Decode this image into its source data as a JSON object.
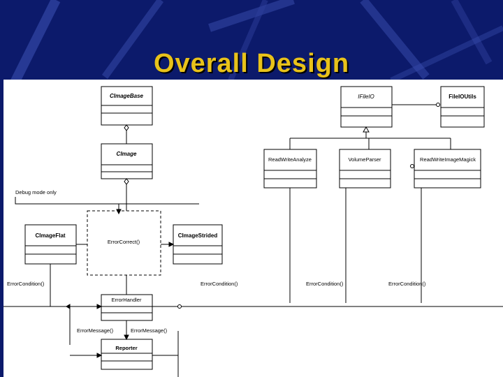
{
  "slide": {
    "title": "Overall Design"
  },
  "diagram": {
    "classes": {
      "cimagebase": "CImageBase",
      "cimage": "CImage",
      "cimageflat": "CImageFlat",
      "cimagestrided": "CImageStrided",
      "ifilexio": "IFileIO",
      "fileioutils": "FileIOUtils",
      "readwriteanalyze": "ReadWriteAnalyze",
      "volumeparser": "VolumeParser",
      "readwriteimagemagick": "ReadWriteImageMagick",
      "errorhandler": "ErrorHandler",
      "reporter": "Reporter"
    },
    "labels": {
      "debug_mode": "Debug mode only",
      "error_correct": "ErrorCorrect()",
      "error_condition_1": "ErrorCondition()",
      "error_condition_2": "ErrorCondition()",
      "error_condition_3": "ErrorCondition()",
      "error_condition_4": "ErrorCondition()",
      "error_message_1": "ErrorMessage()",
      "error_message_2": "ErrorMessage()"
    }
  }
}
